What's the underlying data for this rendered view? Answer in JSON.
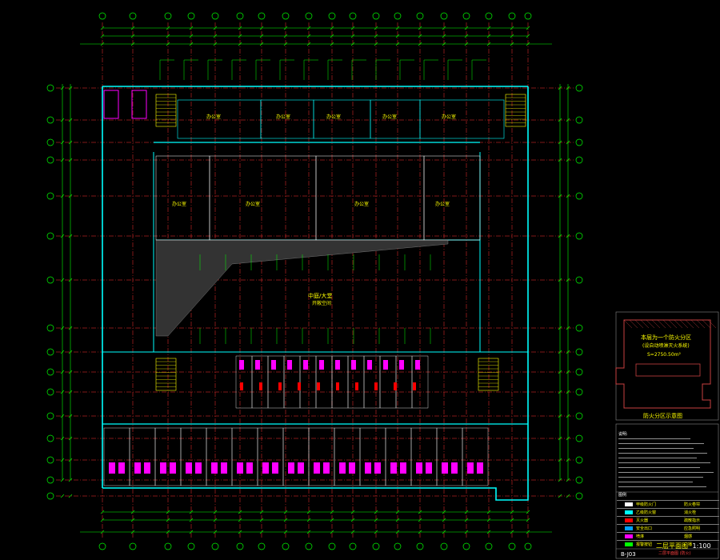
{
  "canvas": {
    "background": "#000000"
  },
  "colors": {
    "axis_green": "#00ff00",
    "wall_cyan": "#00ffff",
    "grid_red": "#ff3030",
    "magenta": "#ff00ff",
    "yellow": "#ffff00",
    "white": "#ffffff",
    "dim_red": "#c84040"
  },
  "plan": {
    "atrium_label": "中庭/大堂",
    "atrium_sub": "开敞空间",
    "room_label": "办公室",
    "scale_title": "二层平面图",
    "scale_text": "1:100"
  },
  "inset": {
    "title_line1": "本层为一个防火分区",
    "title_line2": "(设自动喷淋灭火系统)",
    "area": "S=2750.50m²",
    "caption": "防火分区示意图"
  },
  "notes": {
    "title": "说明:"
  },
  "legend": {
    "title": "图例",
    "rows": [
      {
        "icon": "door-icon",
        "color": "#ffffff",
        "a": "甲级防火门",
        "b": "防火卷帘"
      },
      {
        "icon": "window-icon",
        "color": "#00ffff",
        "a": "乙级防火窗",
        "b": "消火栓"
      },
      {
        "icon": "hydrant-icon",
        "color": "#ff0000",
        "a": "灭火器",
        "b": "疏散指示"
      },
      {
        "icon": "exit-icon",
        "color": "#00a0ff",
        "a": "安全出口",
        "b": "应急照明"
      },
      {
        "icon": "sprinkler-icon",
        "color": "#ff00ff",
        "a": "喷淋",
        "b": "烟感"
      },
      {
        "icon": "alarm-icon",
        "color": "#00ff00",
        "a": "报警按钮",
        "b": "广播"
      }
    ]
  },
  "title_block": {
    "drawing_no": "B-J03",
    "drawing_note": "二层平面图 (防火)"
  }
}
